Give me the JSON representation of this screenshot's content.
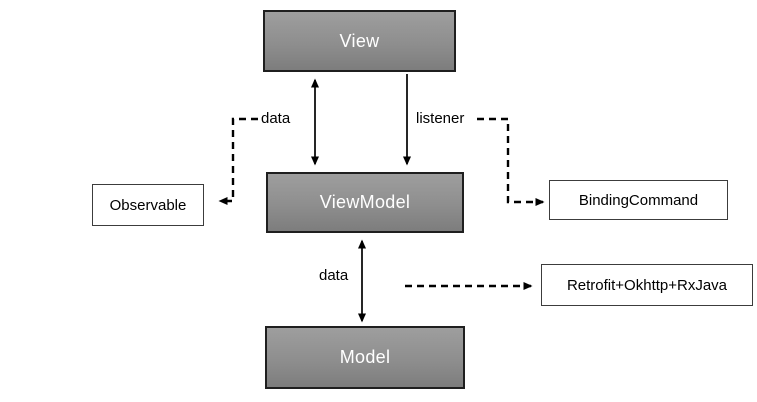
{
  "diagram": {
    "nodes": {
      "view": {
        "label": "View"
      },
      "viewmodel": {
        "label": "ViewModel"
      },
      "model": {
        "label": "Model"
      },
      "observable": {
        "label": "Observable"
      },
      "bindingcommand": {
        "label": "BindingCommand"
      },
      "retrofit": {
        "label": "Retrofit+Okhttp+RxJava"
      }
    },
    "edge_labels": {
      "data_top": "data",
      "listener": "listener",
      "data_bottom": "data"
    },
    "colors": {
      "background": "#ffffff",
      "node_fill_top": "#9e9e9e",
      "node_fill_bottom": "#7d7d7d",
      "node_border": "#1f1f1f",
      "node_text": "#ffffff",
      "plain_node_fill": "#ffffff",
      "plain_node_border": "#3c3c3c",
      "plain_text": "#000000",
      "arrow": "#000000"
    }
  }
}
